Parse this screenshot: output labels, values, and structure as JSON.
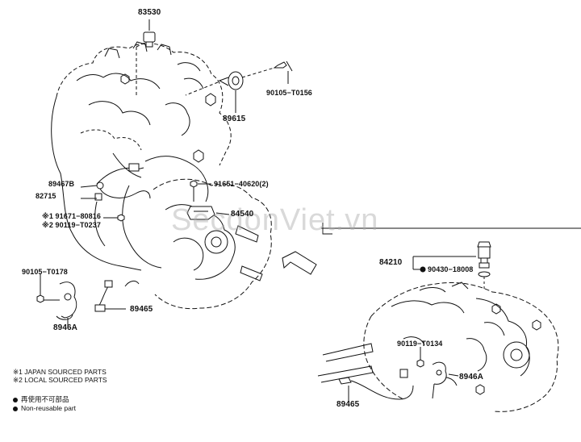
{
  "parts": {
    "p83530": "83530",
    "p90105_T0156": "90105−T0156",
    "p89615": "89615",
    "p89467B": "89467B",
    "p82715": "82715",
    "p91651": "91651−40620(2)",
    "p84540": "84540",
    "p191671": "※1 91671−80816",
    "p290119": "※2 90119−T0237",
    "p90105_T0178": "90105−T0178",
    "p8946A_left": "8946A",
    "p89465_left": "89465",
    "p84210": "84210",
    "p90430": "90430−18008",
    "p90119_T0134": "90119−T0134",
    "p8946A_right": "8946A",
    "p89465_right": "89465"
  },
  "notes": {
    "japan": "※1 JAPAN SOURCED PARTS",
    "local": "※2 LOCAL SOURCED PARTS",
    "nonreusable_jp": "再使用不可部品",
    "nonreusable_en": "Non-reusable part"
  },
  "watermark": "SecdonViet.vn",
  "colors": {
    "line": "#111111",
    "watermark": "#aaaaaa"
  }
}
